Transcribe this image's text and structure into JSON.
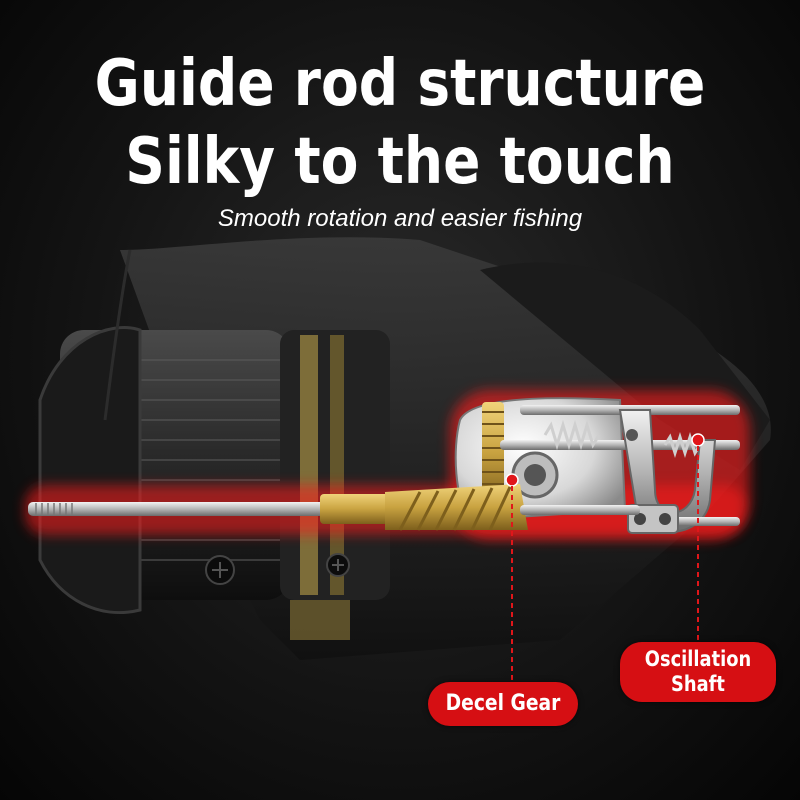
{
  "header": {
    "title_line1": "Guide rod structure",
    "title_line2": "Silky to the touch",
    "tagline": "Smooth rotation and easier fishing"
  },
  "callouts": {
    "decel_gear": "Decel Gear",
    "oscillation_line1": "Oscillation",
    "oscillation_line2": "Shaft"
  },
  "colors": {
    "accent_red": "#d60f13",
    "brass": "#c9a341",
    "background": "#111111"
  }
}
